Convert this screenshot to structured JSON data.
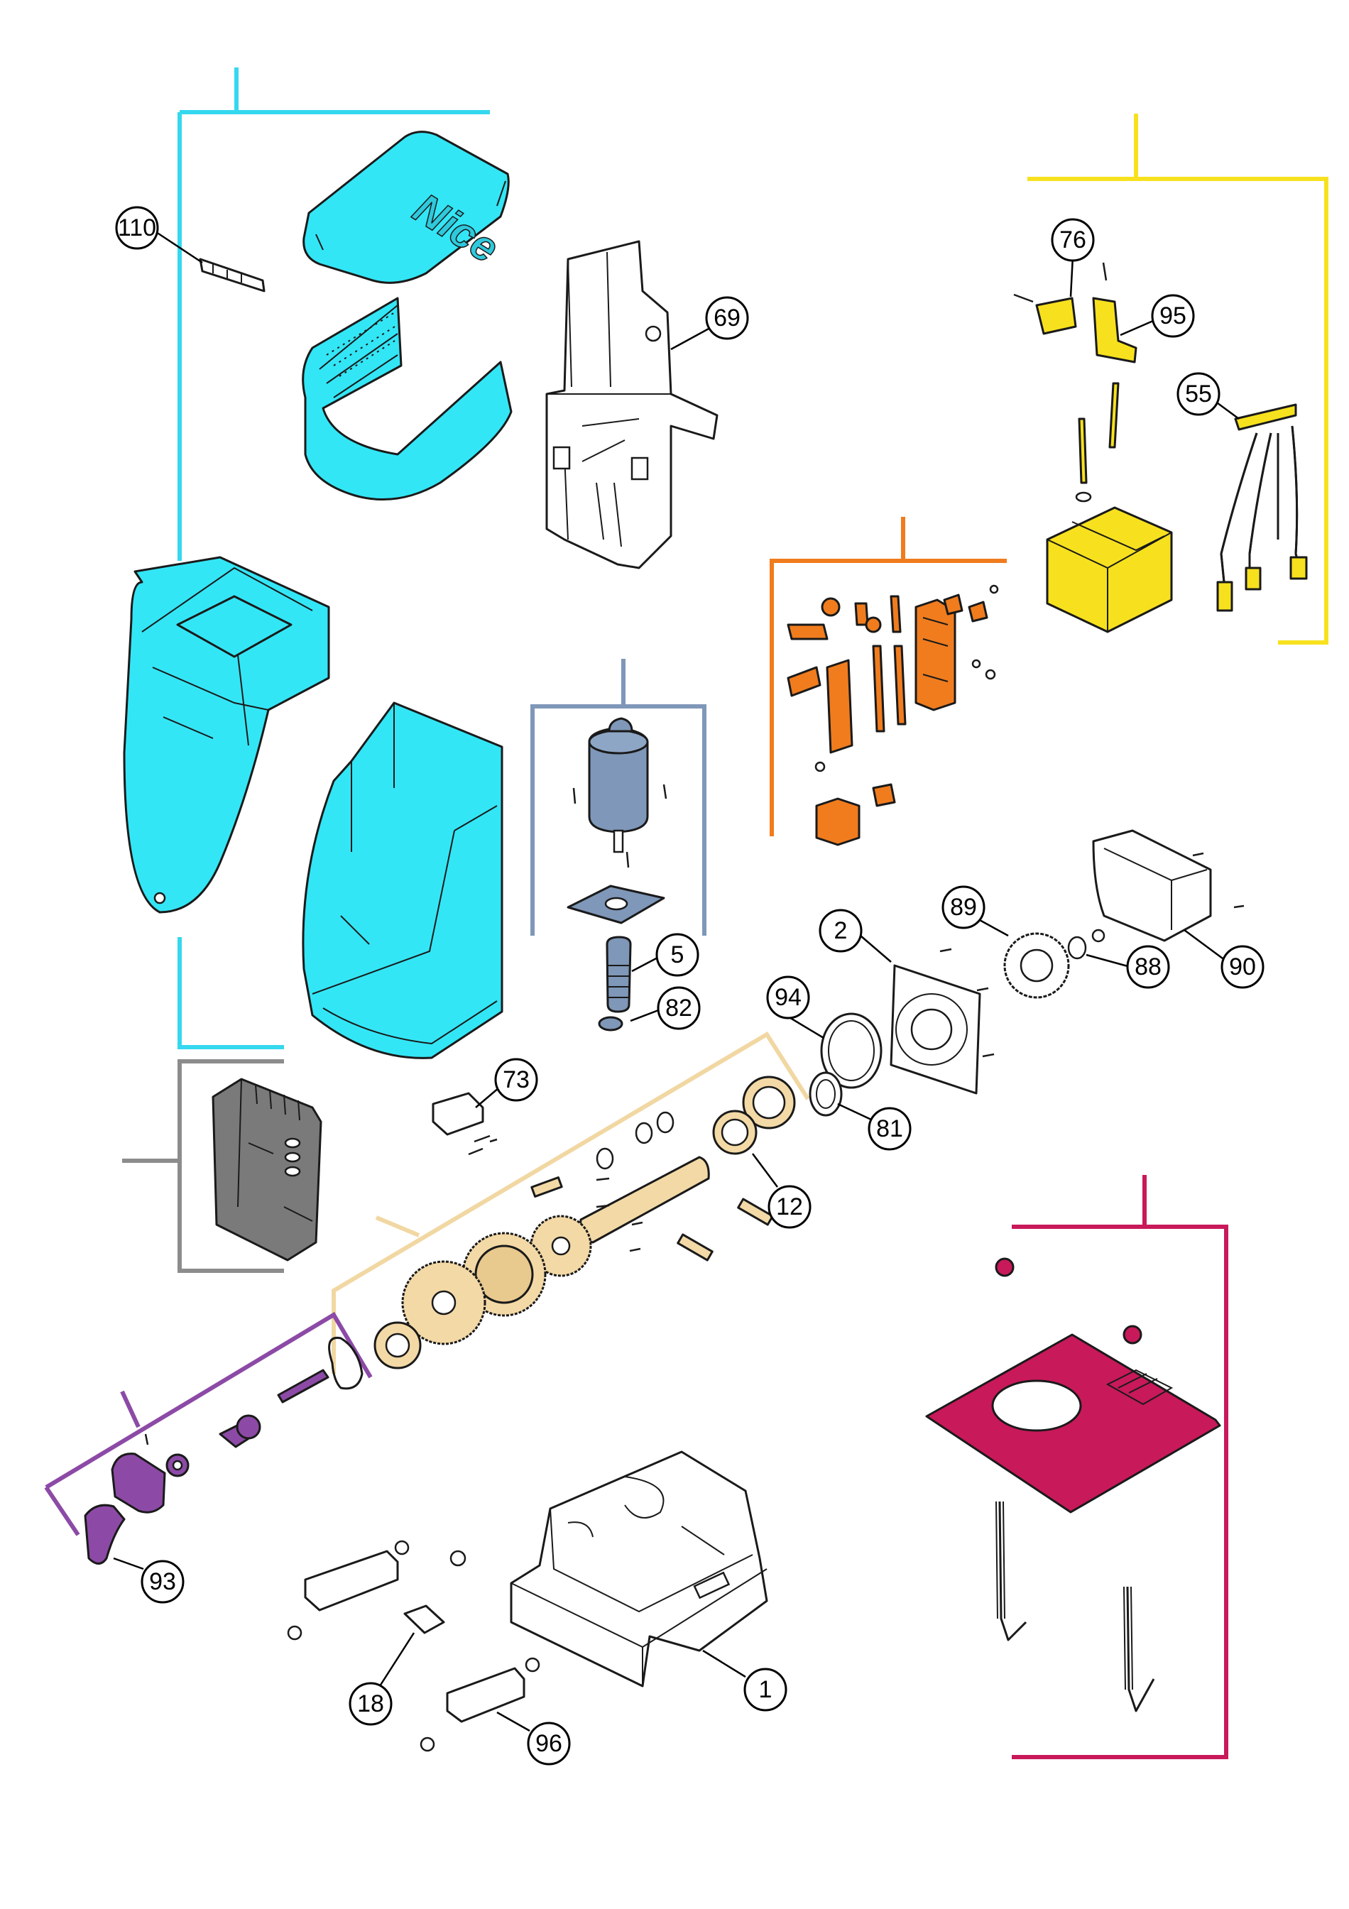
{
  "diagram": {
    "type": "exploded-parts-view",
    "logo_text": "Nice"
  },
  "colors": {
    "cyan": "#33e6f6",
    "cyan_bracket": "#35d8ef",
    "yellow": "#f7e11e",
    "orange": "#f07c1e",
    "steel_blue": "#7f97b8",
    "gray": "#8c8c8c",
    "tan": "#f3d9a6",
    "tan_bracket": "#f1d7a2",
    "purple": "#8c4aa6",
    "magenta": "#c8195a",
    "dark_gray_part": "#7a7a7a"
  },
  "callouts": [
    {
      "id": "110",
      "label": "110"
    },
    {
      "id": "69",
      "label": "69"
    },
    {
      "id": "76",
      "label": "76"
    },
    {
      "id": "95",
      "label": "95"
    },
    {
      "id": "55",
      "label": "55"
    },
    {
      "id": "5",
      "label": "5"
    },
    {
      "id": "82",
      "label": "82"
    },
    {
      "id": "2",
      "label": "2"
    },
    {
      "id": "89",
      "label": "89"
    },
    {
      "id": "88",
      "label": "88"
    },
    {
      "id": "90",
      "label": "90"
    },
    {
      "id": "94",
      "label": "94"
    },
    {
      "id": "81",
      "label": "81"
    },
    {
      "id": "73",
      "label": "73"
    },
    {
      "id": "12",
      "label": "12"
    },
    {
      "id": "93",
      "label": "93"
    },
    {
      "id": "18",
      "label": "18"
    },
    {
      "id": "1",
      "label": "1"
    },
    {
      "id": "96",
      "label": "96"
    }
  ]
}
